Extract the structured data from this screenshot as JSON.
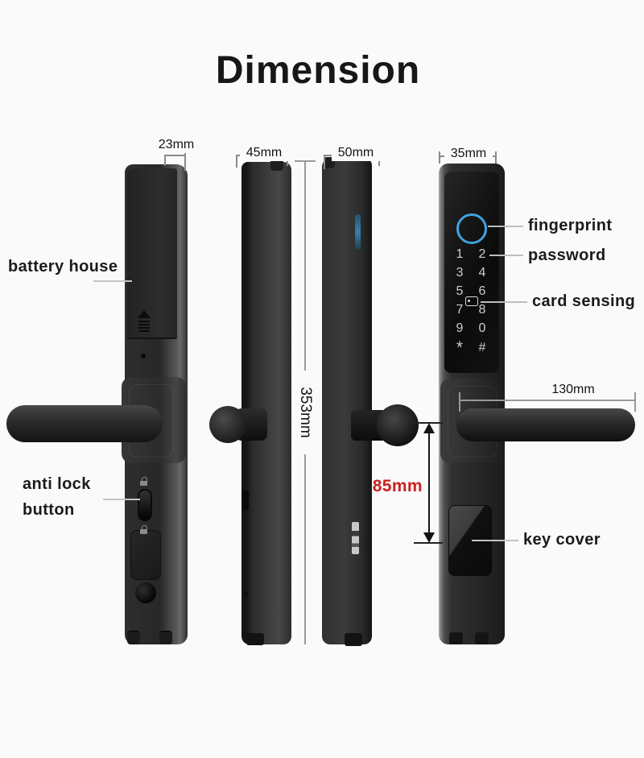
{
  "title": "Dimension",
  "measurements": {
    "view1_width": "23mm",
    "view2_width": "45mm",
    "view3_width": "50mm",
    "view4_width": "35mm",
    "total_height": "353mm",
    "handle_length": "130mm",
    "handle_to_key_cover": "85mm"
  },
  "annotations": {
    "battery_house": "battery house",
    "anti_lock_line1": "anti lock",
    "anti_lock_line2": "button",
    "fingerprint": "fingerprint",
    "password": "password",
    "card_sensing": "card sensing",
    "key_cover": "key cover"
  },
  "keypad": {
    "keys": [
      "1",
      "2",
      "3",
      "4",
      "5",
      "6",
      "7",
      "8",
      "9",
      "0",
      "*",
      "#"
    ]
  },
  "colors": {
    "highlight_red": "#cc2020",
    "fingerprint_ring_blue": "#41a3df",
    "edge_accent_blue": "#3a7fae",
    "background": "#fafafa"
  }
}
